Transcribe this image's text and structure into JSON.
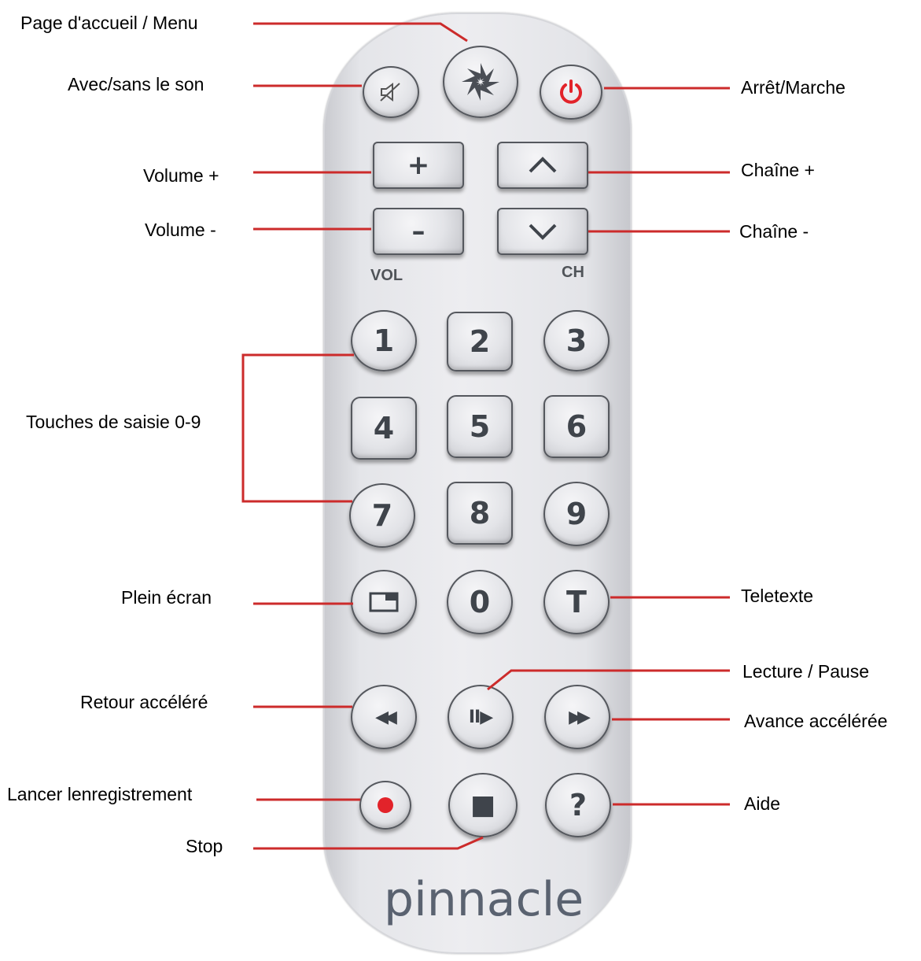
{
  "remote": {
    "brand": "pinnacle",
    "section_labels": {
      "vol": "VOL",
      "ch": "CH"
    },
    "buttons": {
      "mute_icon": "speaker-muted-icon",
      "menu_icon": "pinnacle-flower-icon",
      "power_icon": "power-icon",
      "vol_up": "+",
      "vol_down": "–",
      "ch_up_icon": "chevron-up-icon",
      "ch_down_icon": "chevron-down-icon",
      "digits": [
        "1",
        "2",
        "3",
        "4",
        "5",
        "6",
        "7",
        "8",
        "9",
        "0"
      ],
      "fullscreen_icon": "fullscreen-window-icon",
      "teletext": "T",
      "rewind": "◀◀",
      "play_pause": "II▶",
      "fast_forward": "▶▶",
      "record_icon": "record-dot-icon",
      "stop": "■",
      "help": "?"
    },
    "colors": {
      "accent_red": "#e2232a",
      "callout_line": "#cc2b2b"
    }
  },
  "callouts": {
    "home_menu": "Page d'accueil / Menu",
    "mute": "Avec/sans le son",
    "power": "Arrêt/Marche",
    "volume_up": "Volume +",
    "channel_up": "Chaîne +",
    "volume_down": "Volume -",
    "channel_down": "Chaîne -",
    "digits": "Touches de saisie 0-9",
    "fullscreen": "Plein écran",
    "teletext": "Teletexte",
    "play_pause": "Lecture / Pause",
    "rewind": "Retour accéléré",
    "fast_forward": "Avance accélérée",
    "record": "Lancer lenregistrement",
    "help": "Aide",
    "stop": "Stop"
  }
}
